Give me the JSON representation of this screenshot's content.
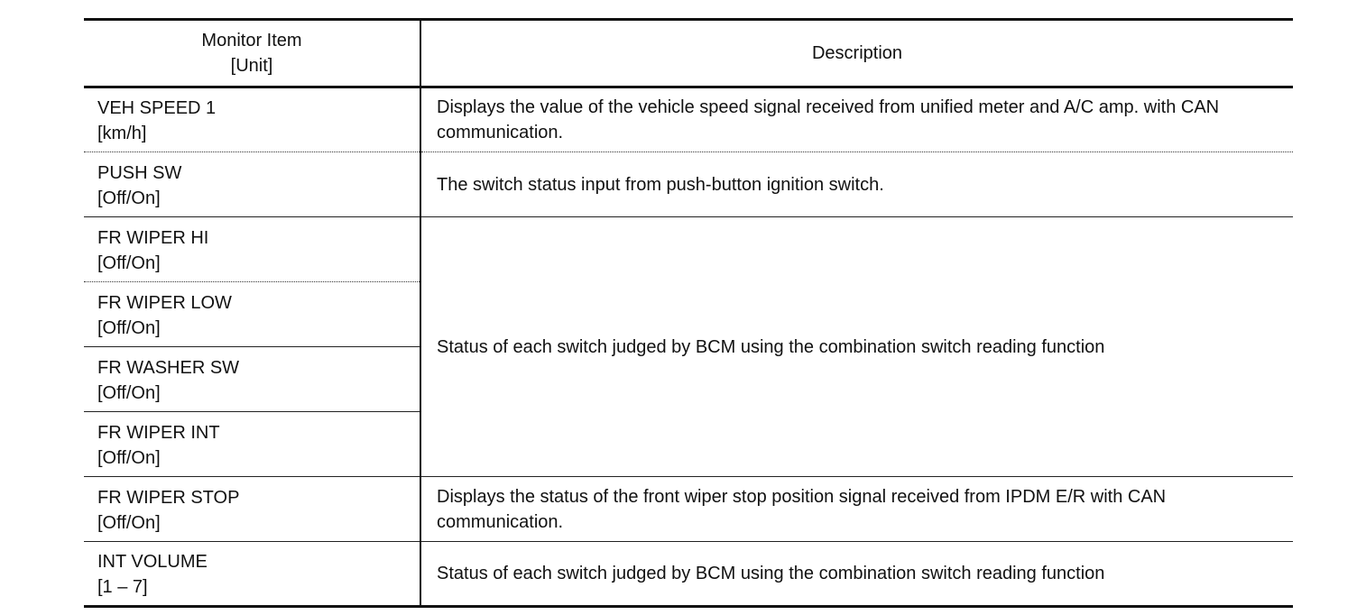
{
  "header": {
    "col1_line1": "Monitor Item",
    "col1_line2": "[Unit]",
    "col2": "Description"
  },
  "rows": [
    {
      "item": "VEH SPEED 1",
      "unit": "[km/h]",
      "description": "Displays the value of the vehicle speed signal received from unified meter and A/C amp. with CAN communication."
    },
    {
      "item": "PUSH SW",
      "unit": "[Off/On]",
      "description": "The switch status input from push-button ignition switch."
    },
    {
      "item": "FR WIPER HI",
      "unit": "[Off/On]"
    },
    {
      "item": "FR WIPER LOW",
      "unit": "[Off/On]"
    },
    {
      "item": "FR WASHER SW",
      "unit": "[Off/On]"
    },
    {
      "item": "FR WIPER INT",
      "unit": "[Off/On]"
    },
    {
      "item": "FR WIPER STOP",
      "unit": "[Off/On]",
      "description": "Displays the status of the front wiper stop position signal received from IPDM E/R with CAN communication."
    },
    {
      "item": "INT VOLUME",
      "unit": "[1 – 7]",
      "description": "Status of each switch judged by BCM using the combination switch reading function"
    }
  ],
  "group_description": "Status of each switch judged by BCM using the combination switch reading function"
}
